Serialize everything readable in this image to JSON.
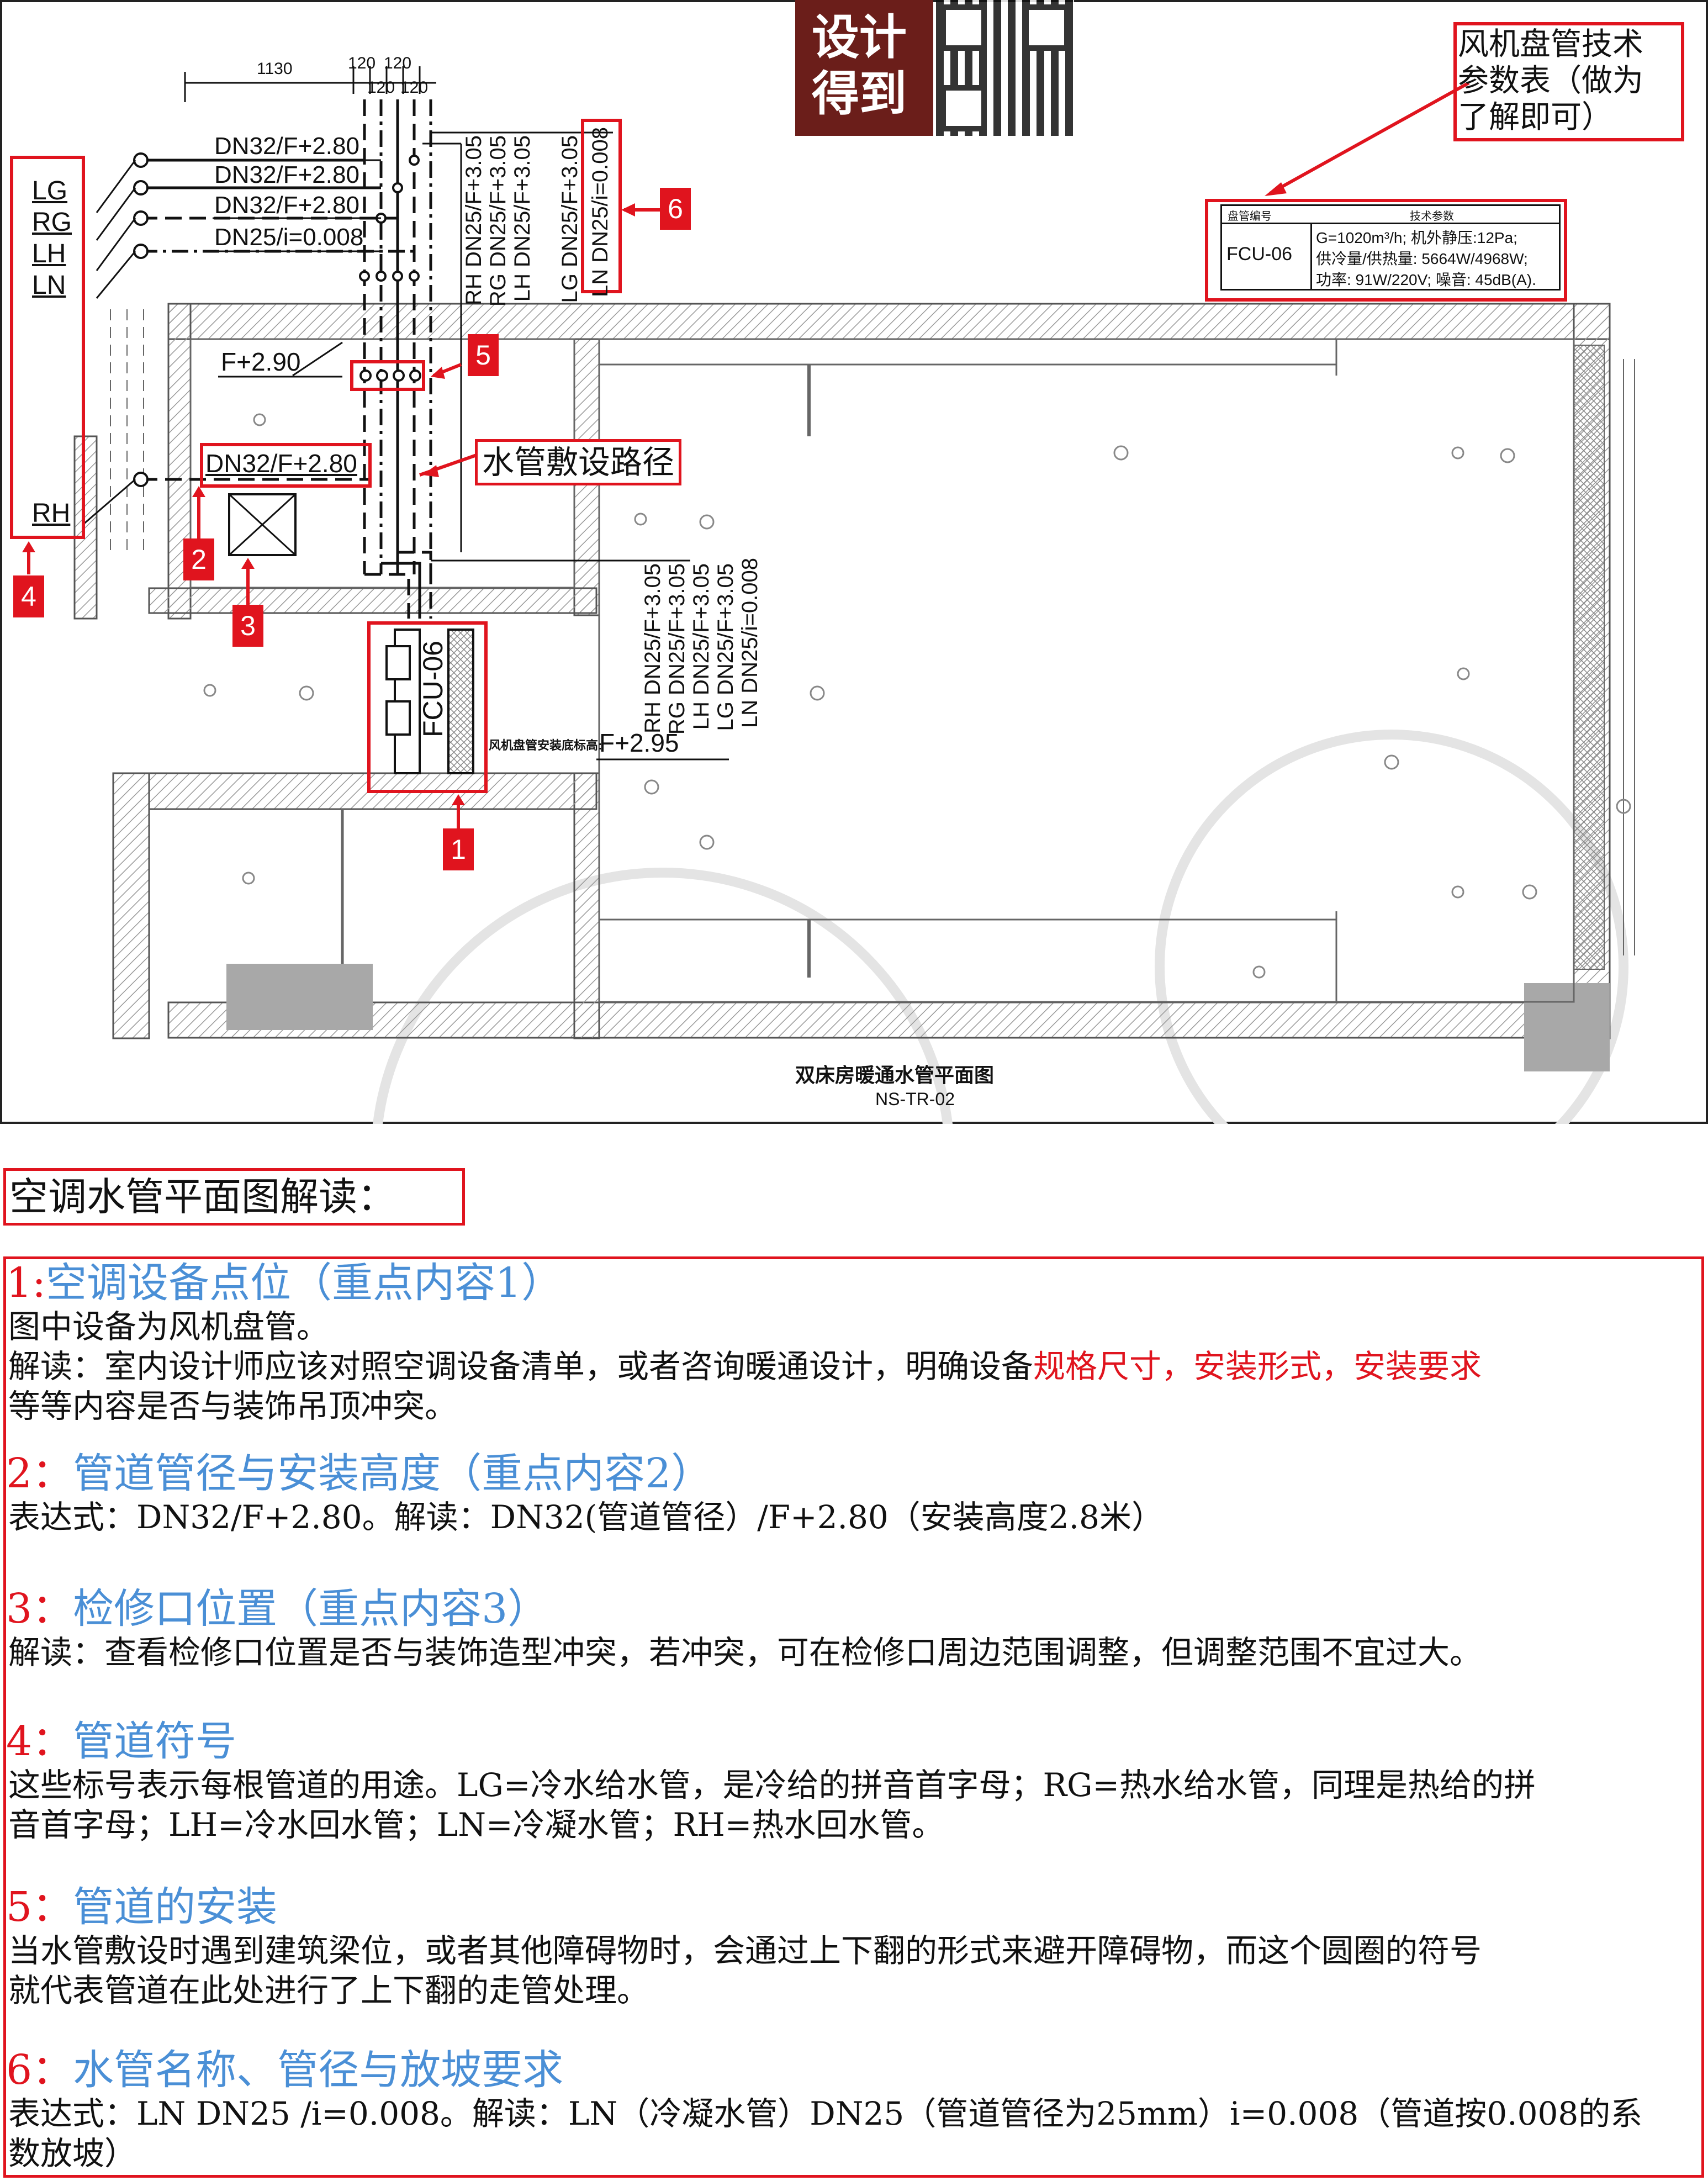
{
  "logo": {
    "line1": "设计",
    "line2": "得到"
  },
  "top_note": {
    "text_lines": [
      "风机盘管技术",
      "参数表（做为",
      "了解即可）"
    ]
  },
  "drawing": {
    "dimensions": {
      "d1": "1130",
      "d2": "120",
      "d3": "120",
      "d4": "120",
      "d5": "120"
    },
    "pipe_codes": [
      "LG",
      "RG",
      "LH",
      "LN",
      "RH"
    ],
    "pipe_specs": [
      "DN32/F+2.80",
      "DN32/F+2.80",
      "DN32/F+2.80",
      "DN25/i=0.008"
    ],
    "rh_spec": "DN32/F+2.80",
    "vertical_specs_top": [
      "RH DN25/F+3.05",
      "RG DN25/F+3.05",
      "LH DN25/F+3.05",
      "LG DN25/F+3.05",
      "LN DN25/i=0.008"
    ],
    "vertical_specs_mid": [
      "RH DN25/F+3.05",
      "RG DN25/F+3.05",
      "LH DN25/F+3.05",
      "LG DN25/F+3.05",
      "LN DN25/i=0.008"
    ],
    "elevation": "F+2.90",
    "route_label": "水管敷设路径",
    "fcu_code": "FCU-06",
    "fcu_install_label": "风机盘管安装底标高:",
    "fcu_install_value": "F+2.95",
    "plan_title": "双床房暖通水管平面图",
    "plan_code": "NS-TR-02",
    "spec_table": {
      "head1": "盘管编号",
      "head2": "技术参数",
      "id": "FCU-06",
      "line1": "G=1020m³/h; 机外静压:12Pa;",
      "line2": "供冷量/供热量: 5664W/4968W;",
      "line3": "功率: 91W/220V; 噪音: 45dB(A)."
    },
    "badges": [
      "1",
      "2",
      "3",
      "4",
      "5",
      "6"
    ]
  },
  "explanation": {
    "title": "空调水管平面图解读：",
    "sections": [
      {
        "num": "1:",
        "heading": "空调设备点位（重点内容1）",
        "lines": [
          "图中设备为风机盘管。"
        ],
        "line2_prefix": "解读：室内设计师应该对照空调设备清单，或者咨询暖通设计，明确设备",
        "line2_red": "规格尺寸，安装形式，安装要求",
        "line3": "等等内容是否与装饰吊顶冲突。"
      },
      {
        "num": "2：",
        "heading": "管道管径与安装高度（重点内容2）",
        "lines": [
          "表达式：DN32/F+2.80。解读：DN32(管道管径）/F+2.80（安装高度2.8米）"
        ]
      },
      {
        "num": "3：",
        "heading": "检修口位置（重点内容3）",
        "lines": [
          "解读：查看检修口位置是否与装饰造型冲突，若冲突，可在检修口周边范围调整，但调整范围不宜过大。"
        ]
      },
      {
        "num": "4：",
        "heading": "管道符号",
        "lines": [
          "这些标号表示每根管道的用途。LG=冷水给水管，是冷给的拼音首字母；RG=热水给水管，同理是热给的拼",
          "音首字母；LH=冷水回水管；LN=冷凝水管；RH=热水回水管。"
        ]
      },
      {
        "num": "5：",
        "heading": "管道的安装",
        "lines": [
          "当水管敷设时遇到建筑梁位，或者其他障碍物时，会通过上下翻的形式来避开障碍物，而这个圆圈的符号",
          "就代表管道在此处进行了上下翻的走管处理。"
        ]
      },
      {
        "num": "6：",
        "heading": "水管名称、管径与放坡要求",
        "lines": [
          "表达式：LN DN25 /i=0.008。解读：LN（冷凝水管）DN25（管道管径为25mm）i=0.008（管道按0.008的系",
          "数放坡）"
        ]
      }
    ]
  },
  "colors": {
    "accent_red": "#e0141e",
    "heading_blue": "#4a8fd6",
    "logo_bg": "#6b1e1a"
  }
}
